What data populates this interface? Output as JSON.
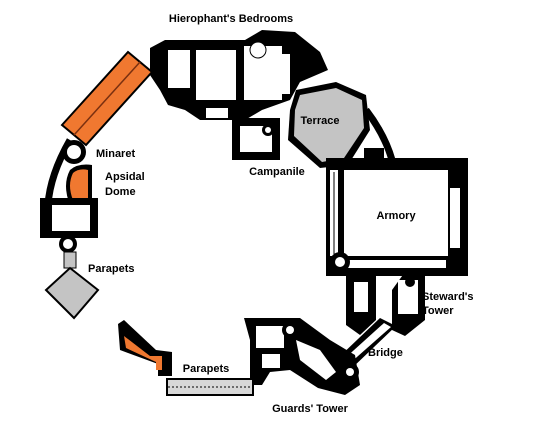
{
  "colors": {
    "wall": "#000000",
    "floor": "#ffffff",
    "roof": "#f07830",
    "roof_line": "#7a3010",
    "open_area": "#c4c4c4",
    "walkway": "#d8d8d8"
  },
  "labels": {
    "bedrooms": "Hierophant's Bedrooms",
    "minaret": "Minaret",
    "apsidal_dome": "Apsidal\nDome",
    "terrace": "Terrace",
    "campanile": "Campanile",
    "armory": "Armory",
    "parapets_west": "Parapets",
    "parapets_south": "Parapets",
    "stewards_tower": "Steward's\nTower",
    "bridge": "Bridge",
    "guards_tower": "Guards' Tower"
  }
}
